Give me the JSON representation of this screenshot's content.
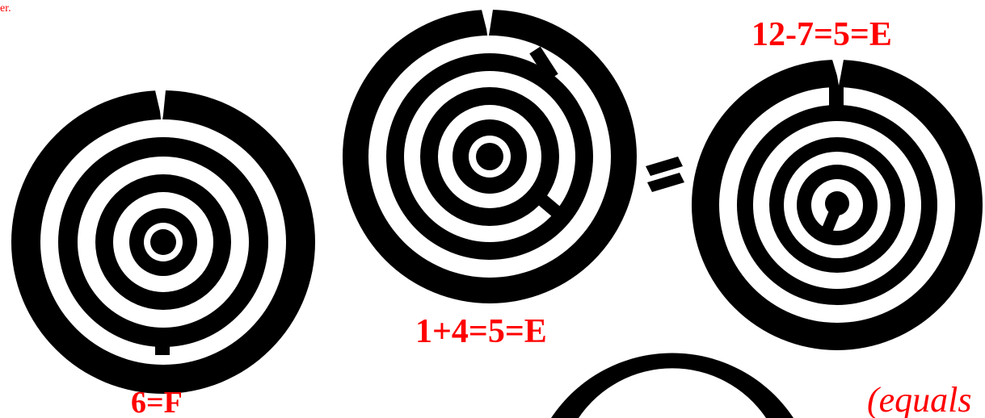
{
  "colors": {
    "label": "#ff0000",
    "disc": "#000000",
    "background": "#ffffff"
  },
  "top_left_fragment": "er.",
  "discs": [
    {
      "name": "disc-6",
      "label": "6=F"
    },
    {
      "name": "disc-1-plus-4",
      "label": "1+4=5=E"
    },
    {
      "name": "disc-12-minus-7",
      "label": "12-7=5=E"
    },
    {
      "name": "disc-partial-bottom",
      "label": ""
    }
  ],
  "equals_sign_icon": "equals-sign-icon",
  "bottom_right_note": "(equals"
}
